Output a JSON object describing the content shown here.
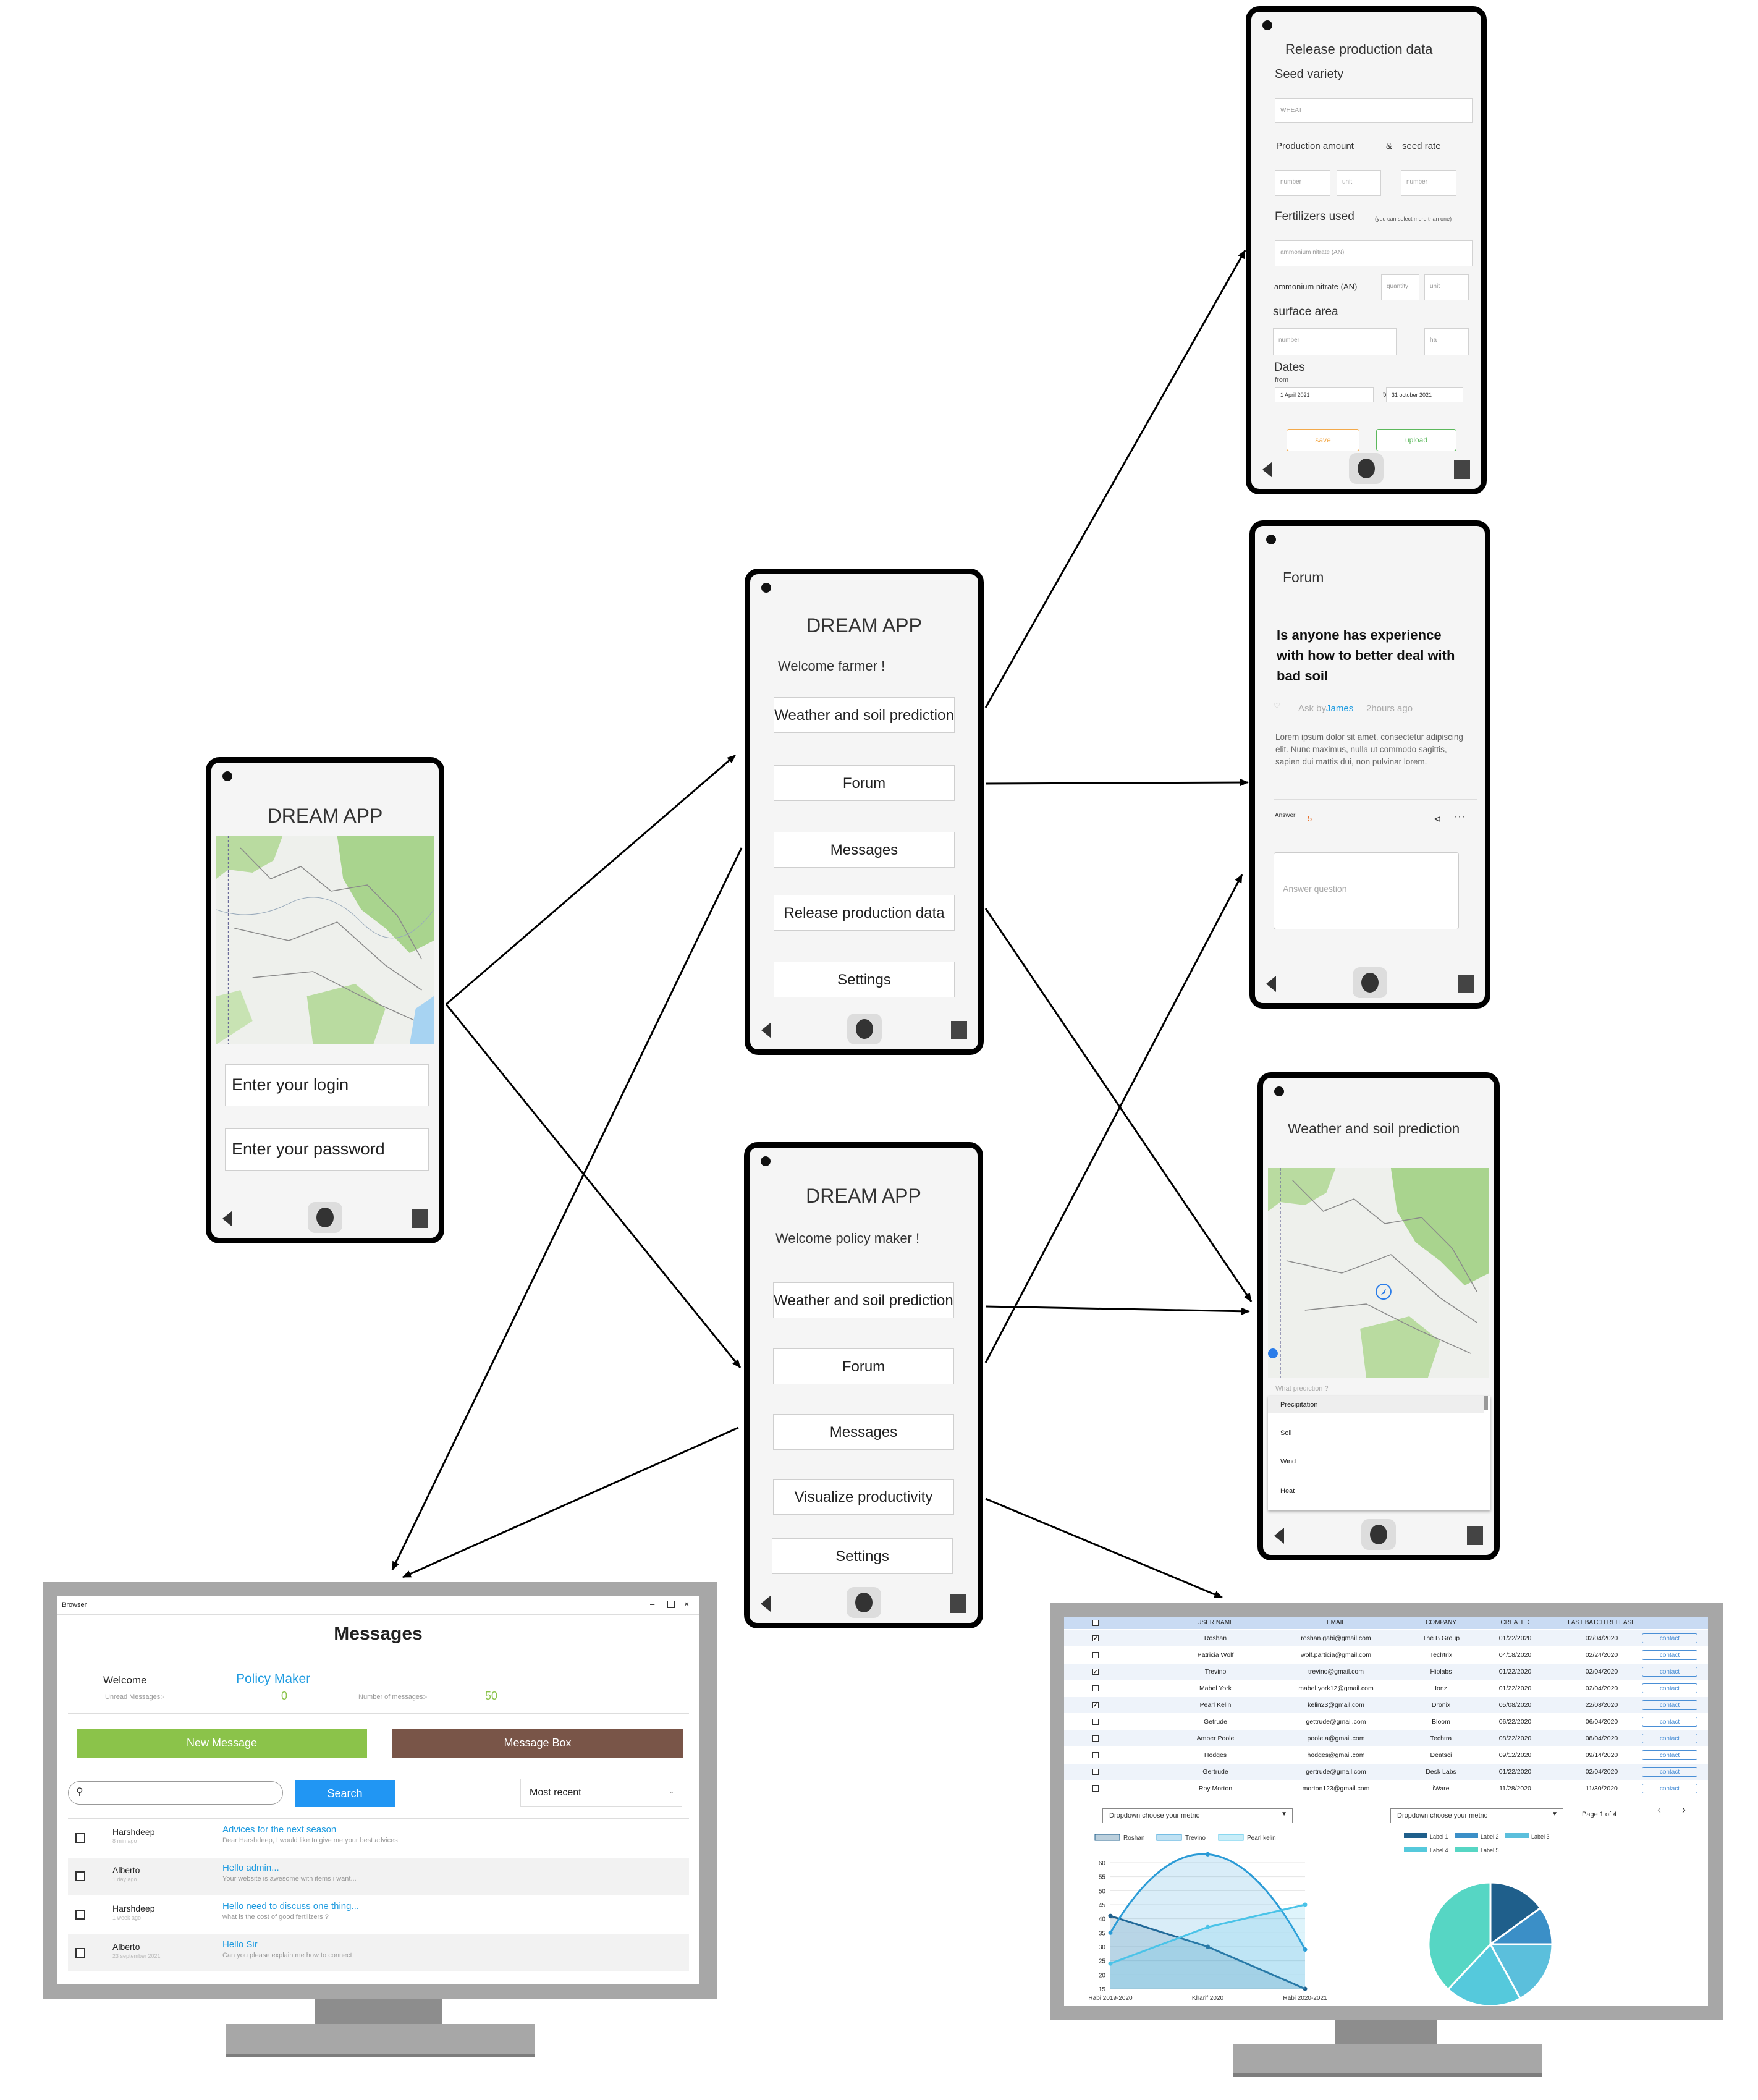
{
  "login_screen": {
    "title": "DREAM APP",
    "login_placeholder": "Enter your login",
    "password_placeholder": "Enter your password"
  },
  "farmer_screen": {
    "title": "DREAM APP",
    "welcome": "Welcome farmer !",
    "menu": [
      "Weather and soil prediction",
      "Forum",
      "Messages",
      "Release production data",
      "Settings"
    ]
  },
  "policy_screen": {
    "title": "DREAM APP",
    "welcome": "Welcome policy maker !",
    "menu": [
      "Weather and soil prediction",
      "Forum",
      "Messages",
      "Visualize productivity",
      "Settings"
    ]
  },
  "release_screen": {
    "title": "Release production data",
    "seed_variety_label": "Seed variety",
    "seed_variety_value": "WHEAT",
    "production_amount_label": "Production amount",
    "amp": "&",
    "seed_rate_label": "seed rate",
    "number_placeholder": "number",
    "unit_placeholder": "unit",
    "fertilizers_label": "Fertilizers used",
    "fertilizers_note": "(you can select more than one)",
    "fertilizer_value": "ammonium nitrate (AN)",
    "fertilizer_item_label": "ammonium nitrate (AN)",
    "quantity_placeholder": "quantity",
    "surface_label": "surface area",
    "ha_unit": "ha",
    "dates_label": "Dates",
    "from_label": "from",
    "from_value": "1 April 2021",
    "to_label": "to",
    "to_value": "31 october 2021",
    "save_label": "save",
    "upload_label": "upload",
    "colors": {
      "save": "#f3a94a",
      "upload": "#5cb85c"
    }
  },
  "forum_screen": {
    "title": "Forum",
    "question": "Is anyone has experience with how to better deal with bad soil",
    "ask_by": "Ask by",
    "author": "James",
    "time": "2hours ago",
    "body": "Lorem ipsum dolor sit amet, consectetur adipiscing elit. Nunc maximus, nulla ut commodo sagittis, sapien dui mattis dui, non pulvinar lorem.",
    "answer_label": "Answer",
    "answer_count": "5",
    "answer_placeholder": "Answer question"
  },
  "weather_screen": {
    "title": "Weather and soil prediction",
    "prediction_placeholder": "What prediction ?",
    "options": [
      "Precipitation",
      "Soil",
      "Wind",
      "Heat"
    ]
  },
  "messages_window": {
    "browser_label": "Browser",
    "title": "Messages",
    "welcome": "Welcome",
    "role": "Policy Maker",
    "unread_label": "Unread Messages:-",
    "unread_value": "0",
    "total_label": "Number of messages:-",
    "total_value": "50",
    "new_message": "New Message",
    "message_box": "Message Box",
    "search_button": "Search",
    "sort_value": "Most recent",
    "messages": [
      {
        "sender": "Harshdeep",
        "time": "8 min ago",
        "subject": "Advices for the next season",
        "preview": "Dear Harshdeep, I would like to give me your best advices"
      },
      {
        "sender": "Alberto",
        "time": "1 day ago",
        "subject": "Hello admin...",
        "preview": "Your website is awesome with items i want..."
      },
      {
        "sender": "Harshdeep",
        "time": "1 week ago",
        "subject": "Hello need to discuss one thing...",
        "preview": "what is the cost of good fertilizers ?"
      },
      {
        "sender": "Alberto",
        "time": "23 september 2021",
        "subject": "Hello Sir",
        "preview": "Can you please explain me how to connect"
      }
    ],
    "colors": {
      "new": "#8bc34a",
      "box": "#795548",
      "search": "#2196f3",
      "link": "#1e9be0"
    }
  },
  "dashboard_window": {
    "headers": [
      "USER NAME",
      "EMAIL",
      "COMPANY",
      "CREATED",
      "LAST BATCH RELEASE"
    ],
    "rows": [
      {
        "checked": true,
        "name": "Roshan",
        "email": "roshan.gabi@gmail.com",
        "company": "The B Group",
        "created": "01/22/2020",
        "last": "02/04/2020"
      },
      {
        "checked": false,
        "name": "Patricia Wolf",
        "email": "wolf.particia@gmail.com",
        "company": "Techtrix",
        "created": "04/18/2020",
        "last": "02/24/2020"
      },
      {
        "checked": true,
        "name": "Trevino",
        "email": "trevino@gmail.com",
        "company": "Hiplabs",
        "created": "01/22/2020",
        "last": "02/04/2020"
      },
      {
        "checked": false,
        "name": "Mabel York",
        "email": "mabel.york12@gmail.com",
        "company": "Ionz",
        "created": "01/22/2020",
        "last": "02/04/2020"
      },
      {
        "checked": true,
        "name": "Pearl Kelin",
        "email": "kelin23@gmail.com",
        "company": "Dronix",
        "created": "05/08/2020",
        "last": "22/08/2020"
      },
      {
        "checked": false,
        "name": "Getrude",
        "email": "gettrude@gmail.com",
        "company": "Bloom",
        "created": "06/22/2020",
        "last": "06/04/2020"
      },
      {
        "checked": false,
        "name": "Amber Poole",
        "email": "poole.a@gmail.com",
        "company": "Techtra",
        "created": "08/22/2020",
        "last": "08/04/2020"
      },
      {
        "checked": false,
        "name": "Hodges",
        "email": "hodges@gmail.com",
        "company": "Deatsci",
        "created": "09/12/2020",
        "last": "09/14/2020"
      },
      {
        "checked": false,
        "name": "Gertrude",
        "email": "gertrude@gmail.com",
        "company": "Desk Labs",
        "created": "01/22/2020",
        "last": "02/04/2020"
      },
      {
        "checked": false,
        "name": "Roy Morton",
        "email": "morton123@gmail.com",
        "company": "iWare",
        "created": "11/28/2020",
        "last": "11/30/2020"
      }
    ],
    "contact_label": "contact",
    "dropdown_label": "Dropdown choose your metric",
    "page_info": "Page 1 of 4"
  },
  "chart_data": [
    {
      "type": "line",
      "categories": [
        "Rabi 2019-2020",
        "Kharif 2020",
        "Rabi 2020-2021"
      ],
      "series": [
        {
          "name": "Roshan",
          "values": [
            41,
            30,
            15
          ]
        },
        {
          "name": "Trevino",
          "values": [
            35,
            63,
            29
          ]
        },
        {
          "name": "Pearl kelin",
          "values": [
            24,
            37,
            45
          ]
        }
      ],
      "ylim": [
        15,
        60
      ],
      "yticks": [
        15,
        20,
        25,
        30,
        35,
        40,
        45,
        50,
        55,
        60
      ],
      "legend": "top"
    },
    {
      "type": "pie",
      "series": [
        {
          "name": "Label 1",
          "value": 15
        },
        {
          "name": "Label 2",
          "value": 10
        },
        {
          "name": "Label 3",
          "value": 17
        },
        {
          "name": "Label 4",
          "value": 20
        },
        {
          "name": "Label 5",
          "value": 38
        }
      ],
      "colors": [
        "#1f5f8b",
        "#3b8fc7",
        "#5bbfdc",
        "#55c9dc",
        "#56d6c4"
      ]
    }
  ]
}
